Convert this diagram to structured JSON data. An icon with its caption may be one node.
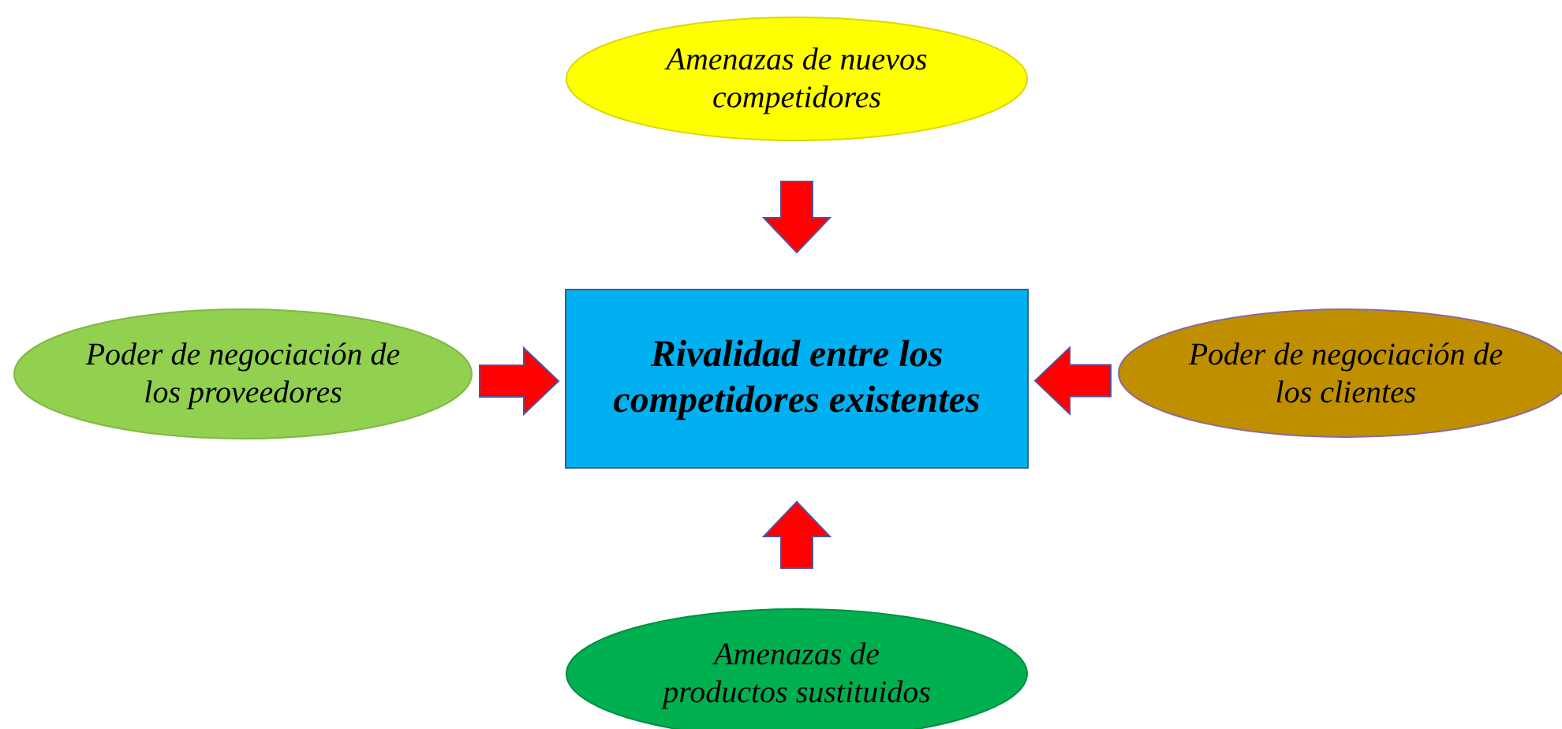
{
  "diagram": {
    "nodes": [
      {
        "text": [
          "Amenazas de nuevos competidores"
        ]
      },
      {
        "text": [
          "Poder de negociación de los proveedores"
        ]
      },
      {
        "text": [
          "Rivalidad entre los competidores existentes"
        ]
      },
      {
        "text": [
          "Poder de negociación de los clientes"
        ]
      },
      {
        "text": [
          "Amenazas de productos sustituidos"
        ]
      }
    ],
    "edges": [
      {
        "from": 0,
        "to": 2,
        "arrow": "to"
      },
      {
        "from": 1,
        "to": 2,
        "arrow": "to"
      },
      {
        "from": 3,
        "to": 2,
        "arrow": "to"
      },
      {
        "from": 4,
        "to": 2,
        "arrow": "to"
      }
    ]
  }
}
